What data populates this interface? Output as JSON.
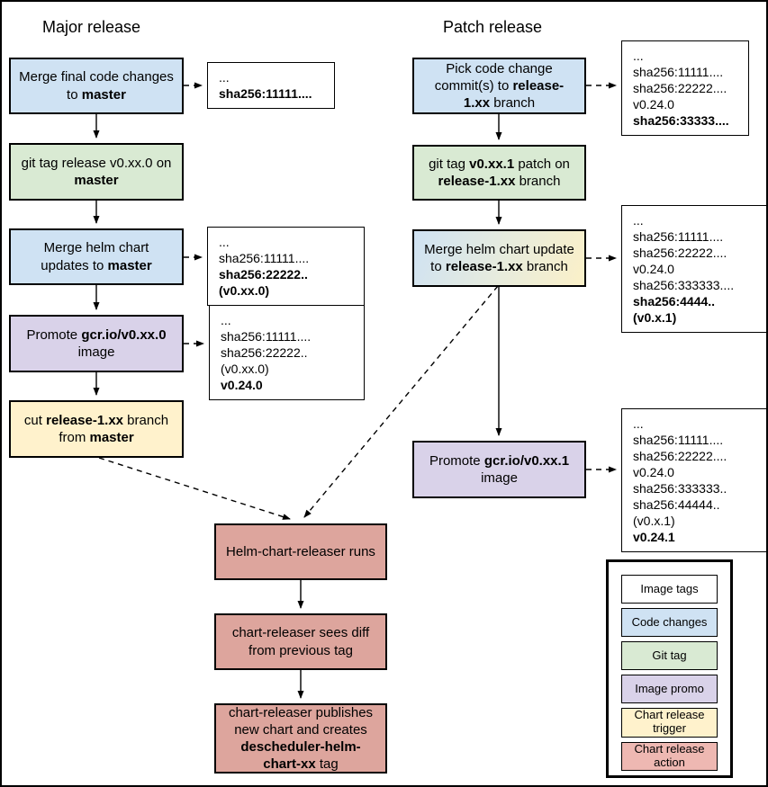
{
  "titles": {
    "major": "Major release",
    "patch": "Patch release"
  },
  "colors": {
    "code_changes": "#cfe2f3",
    "git_tag": "#d9ead3",
    "image_promo": "#d9d2e9",
    "chart_release_trigger": "#fff2cc",
    "chart_release_action": "#dda59d",
    "legend_chart_release_action": "#eeb8b2",
    "merge_gradient_start": "#cfe2f3",
    "merge_gradient_end": "#fbf0c8",
    "border": "#000000"
  },
  "major": {
    "steps": {
      "merge_code": {
        "p0": "Merge final code changes to ",
        "p1": "master"
      },
      "git_tag": {
        "p0": "git tag release v0.xx.0 on ",
        "p1": "master"
      },
      "merge_helm": {
        "p0": "Merge helm chart updates to ",
        "p1": "master"
      },
      "promote": {
        "p0": "Promote ",
        "p1": "gcr.io/v0.xx.0",
        "p2": " image"
      },
      "cut_branch": {
        "p0": "cut ",
        "p1": "release-1.xx",
        "p2": " branch from ",
        "p3": "master"
      }
    },
    "annotations": {
      "a1": {
        "l0": "...",
        "l1": "sha256:11111...."
      },
      "a2": {
        "l0": "...",
        "l1": "sha256:11111....",
        "l2": "sha256:22222..(v0.xx.0)"
      },
      "a3": {
        "l0": "...",
        "l1": "sha256:11111....",
        "l2": "sha256:22222..(v0.xx.0)",
        "l3": "v0.24.0"
      }
    }
  },
  "patch": {
    "steps": {
      "pick_commits": {
        "p0": "Pick code change commit(s) to ",
        "p1": "release-1.xx",
        "p2": " branch"
      },
      "git_tag": {
        "p0": "git tag ",
        "p1": "v0.xx.1",
        "p2": " patch on ",
        "p3": "release-1.xx",
        "p4": " branch"
      },
      "merge_helm": {
        "p0": "Merge helm chart update to ",
        "p1": "release-1.xx",
        "p2": " branch"
      },
      "promote": {
        "p0": "Promote ",
        "p1": "gcr.io/v0.xx.1",
        "p2": " image"
      }
    },
    "annotations": {
      "b1": {
        "l0": "...",
        "l1": "sha256:11111....",
        "l2": "sha256:22222....",
        "l3": "v0.24.0",
        "l4": "sha256:33333...."
      },
      "b2": {
        "l0": "...",
        "l1": "sha256:11111....",
        "l2": "sha256:22222....",
        "l3": "v0.24.0",
        "l4": "sha256:333333....",
        "l5": "sha256:4444..(v0.x.1)"
      },
      "b3": {
        "l0": "...",
        "l1": "sha256:11111....",
        "l2": "sha256:22222....",
        "l3": "v0.24.0",
        "l4": "sha256:333333..",
        "l5": "sha256:44444..(v0.x.1)",
        "l6": "v0.24.1"
      }
    }
  },
  "chart_release": {
    "runs": {
      "p0": "Helm-chart-releaser runs"
    },
    "sees_diff": {
      "p0": "chart-releaser sees diff from previous tag"
    },
    "publishes": {
      "p0": "chart-releaser publishes new chart and creates ",
      "p1": "descheduler-helm-chart-xx",
      "p2": " tag"
    }
  },
  "legend": {
    "items": [
      {
        "label": "Image tags"
      },
      {
        "label": "Code changes"
      },
      {
        "label": "Git tag"
      },
      {
        "label": "Image promo"
      },
      {
        "label": "Chart release trigger"
      },
      {
        "label": "Chart release action"
      }
    ]
  }
}
